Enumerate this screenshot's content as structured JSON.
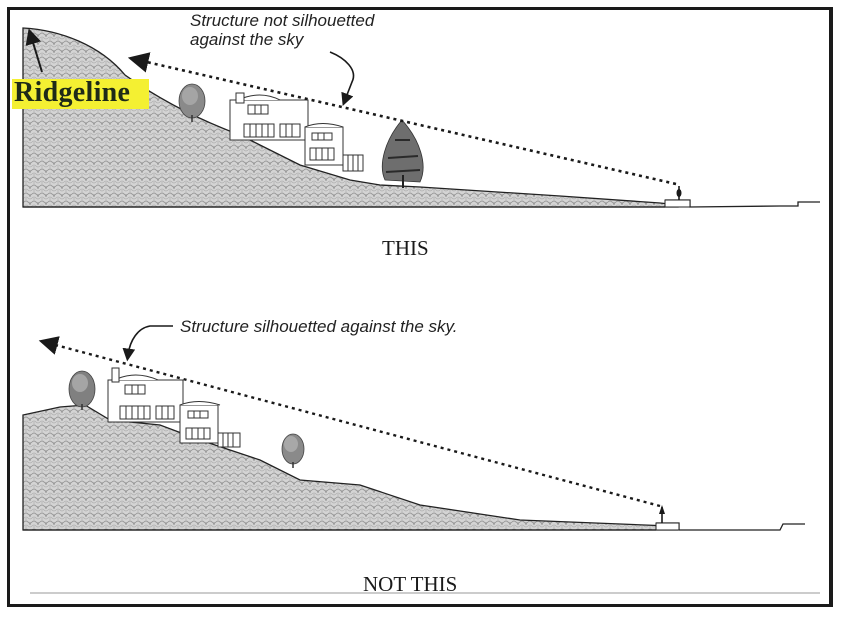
{
  "figure": {
    "top_panel": {
      "annotation_line1": "Structure not silhouetted",
      "annotation_line2": "against the sky",
      "caption": "THIS"
    },
    "bottom_panel": {
      "annotation": "Structure silhouetted against the sky.",
      "caption": "NOT THIS"
    },
    "ridgeline_label": "Ridgeline",
    "colors": {
      "highlight": "#f4f032",
      "ink": "#1a1a1a",
      "terrain_fill": "#c9c9c9"
    }
  }
}
